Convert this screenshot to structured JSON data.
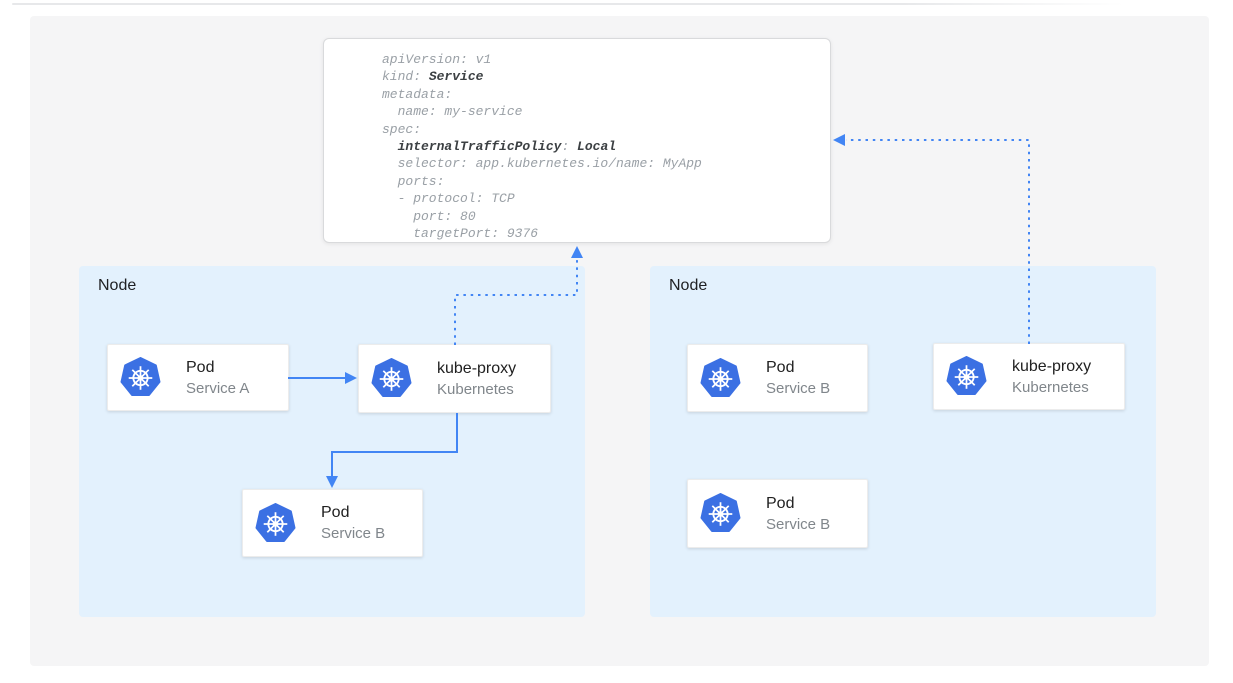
{
  "yaml_box": {
    "lines": {
      "l1": "apiVersion: v1",
      "l2a": "kind: ",
      "l2b": "Service",
      "l3": "metadata:",
      "l4": "  name: my-service",
      "l5": "spec:",
      "l6a": "  ",
      "l6b": "internalTrafficPolicy",
      "l6c": ": ",
      "l6d": "Local",
      "l7": "  selector: app.kubernetes.io/name: MyApp",
      "l8": "  ports:",
      "l9": "  - protocol: TCP",
      "l10": "    port: 80",
      "l11": "    targetPort: 9376"
    }
  },
  "nodes": [
    {
      "label": "Node",
      "cards": [
        {
          "title": "Pod",
          "subtitle": "Service A"
        },
        {
          "title": "kube-proxy",
          "subtitle": "Kubernetes"
        },
        {
          "title": "Pod",
          "subtitle": "Service B"
        }
      ]
    },
    {
      "label": "Node",
      "cards": [
        {
          "title": "Pod",
          "subtitle": "Service B"
        },
        {
          "title": "kube-proxy",
          "subtitle": "Kubernetes"
        },
        {
          "title": "Pod",
          "subtitle": "Service B"
        }
      ]
    }
  ],
  "icons": {
    "kubernetes": "kubernetes-helm-wheel-icon"
  },
  "colors": {
    "kubernetes_blue": "#3b70e3",
    "arrow_blue": "#4285f4",
    "node_bg": "#e3f1fd",
    "panel_bg": "#f5f5f6",
    "code_text": "#9aa0a6",
    "code_bold": "#3c4043",
    "title_text": "#212121",
    "subtitle_text": "#80868b"
  }
}
